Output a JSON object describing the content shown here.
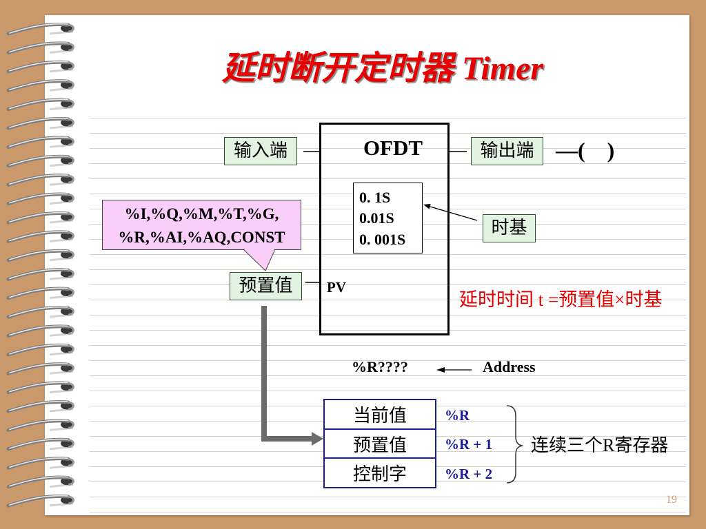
{
  "slide": {
    "title": "延时断开定时器 Timer",
    "page_number": "19",
    "colors": {
      "background": "#c9986b",
      "title": "#e60000",
      "accent_text": "#e00000",
      "register_label": "#1a1a9c",
      "box_fill": "#e2f3e2",
      "callout_fill": "#f9cff9",
      "table_border": "#1c1c8c"
    }
  },
  "timer_block": {
    "name": "OFDT",
    "time_bases": [
      "0. 1S",
      "0.01S",
      "0. 001S"
    ],
    "pv_label": "PV"
  },
  "input_box": "输入端",
  "output_box": "输出端",
  "coil_symbol": "—(    )",
  "callout": {
    "lines": [
      "%I,%Q,%M,%T,%G,",
      "%R,%AI,%AQ,CONST"
    ]
  },
  "preset_box": "预置值",
  "time_base_box": "时基",
  "formula": "延时时间 t =预置值×时基",
  "address": {
    "value": "%R????",
    "label": "Address"
  },
  "registers": {
    "rows": [
      {
        "name": "当前值",
        "address": "%R"
      },
      {
        "name": "预置值",
        "address": "%R + 1"
      },
      {
        "name": "控制字",
        "address": "%R + 2"
      }
    ],
    "note": "连续三个R寄存器"
  }
}
